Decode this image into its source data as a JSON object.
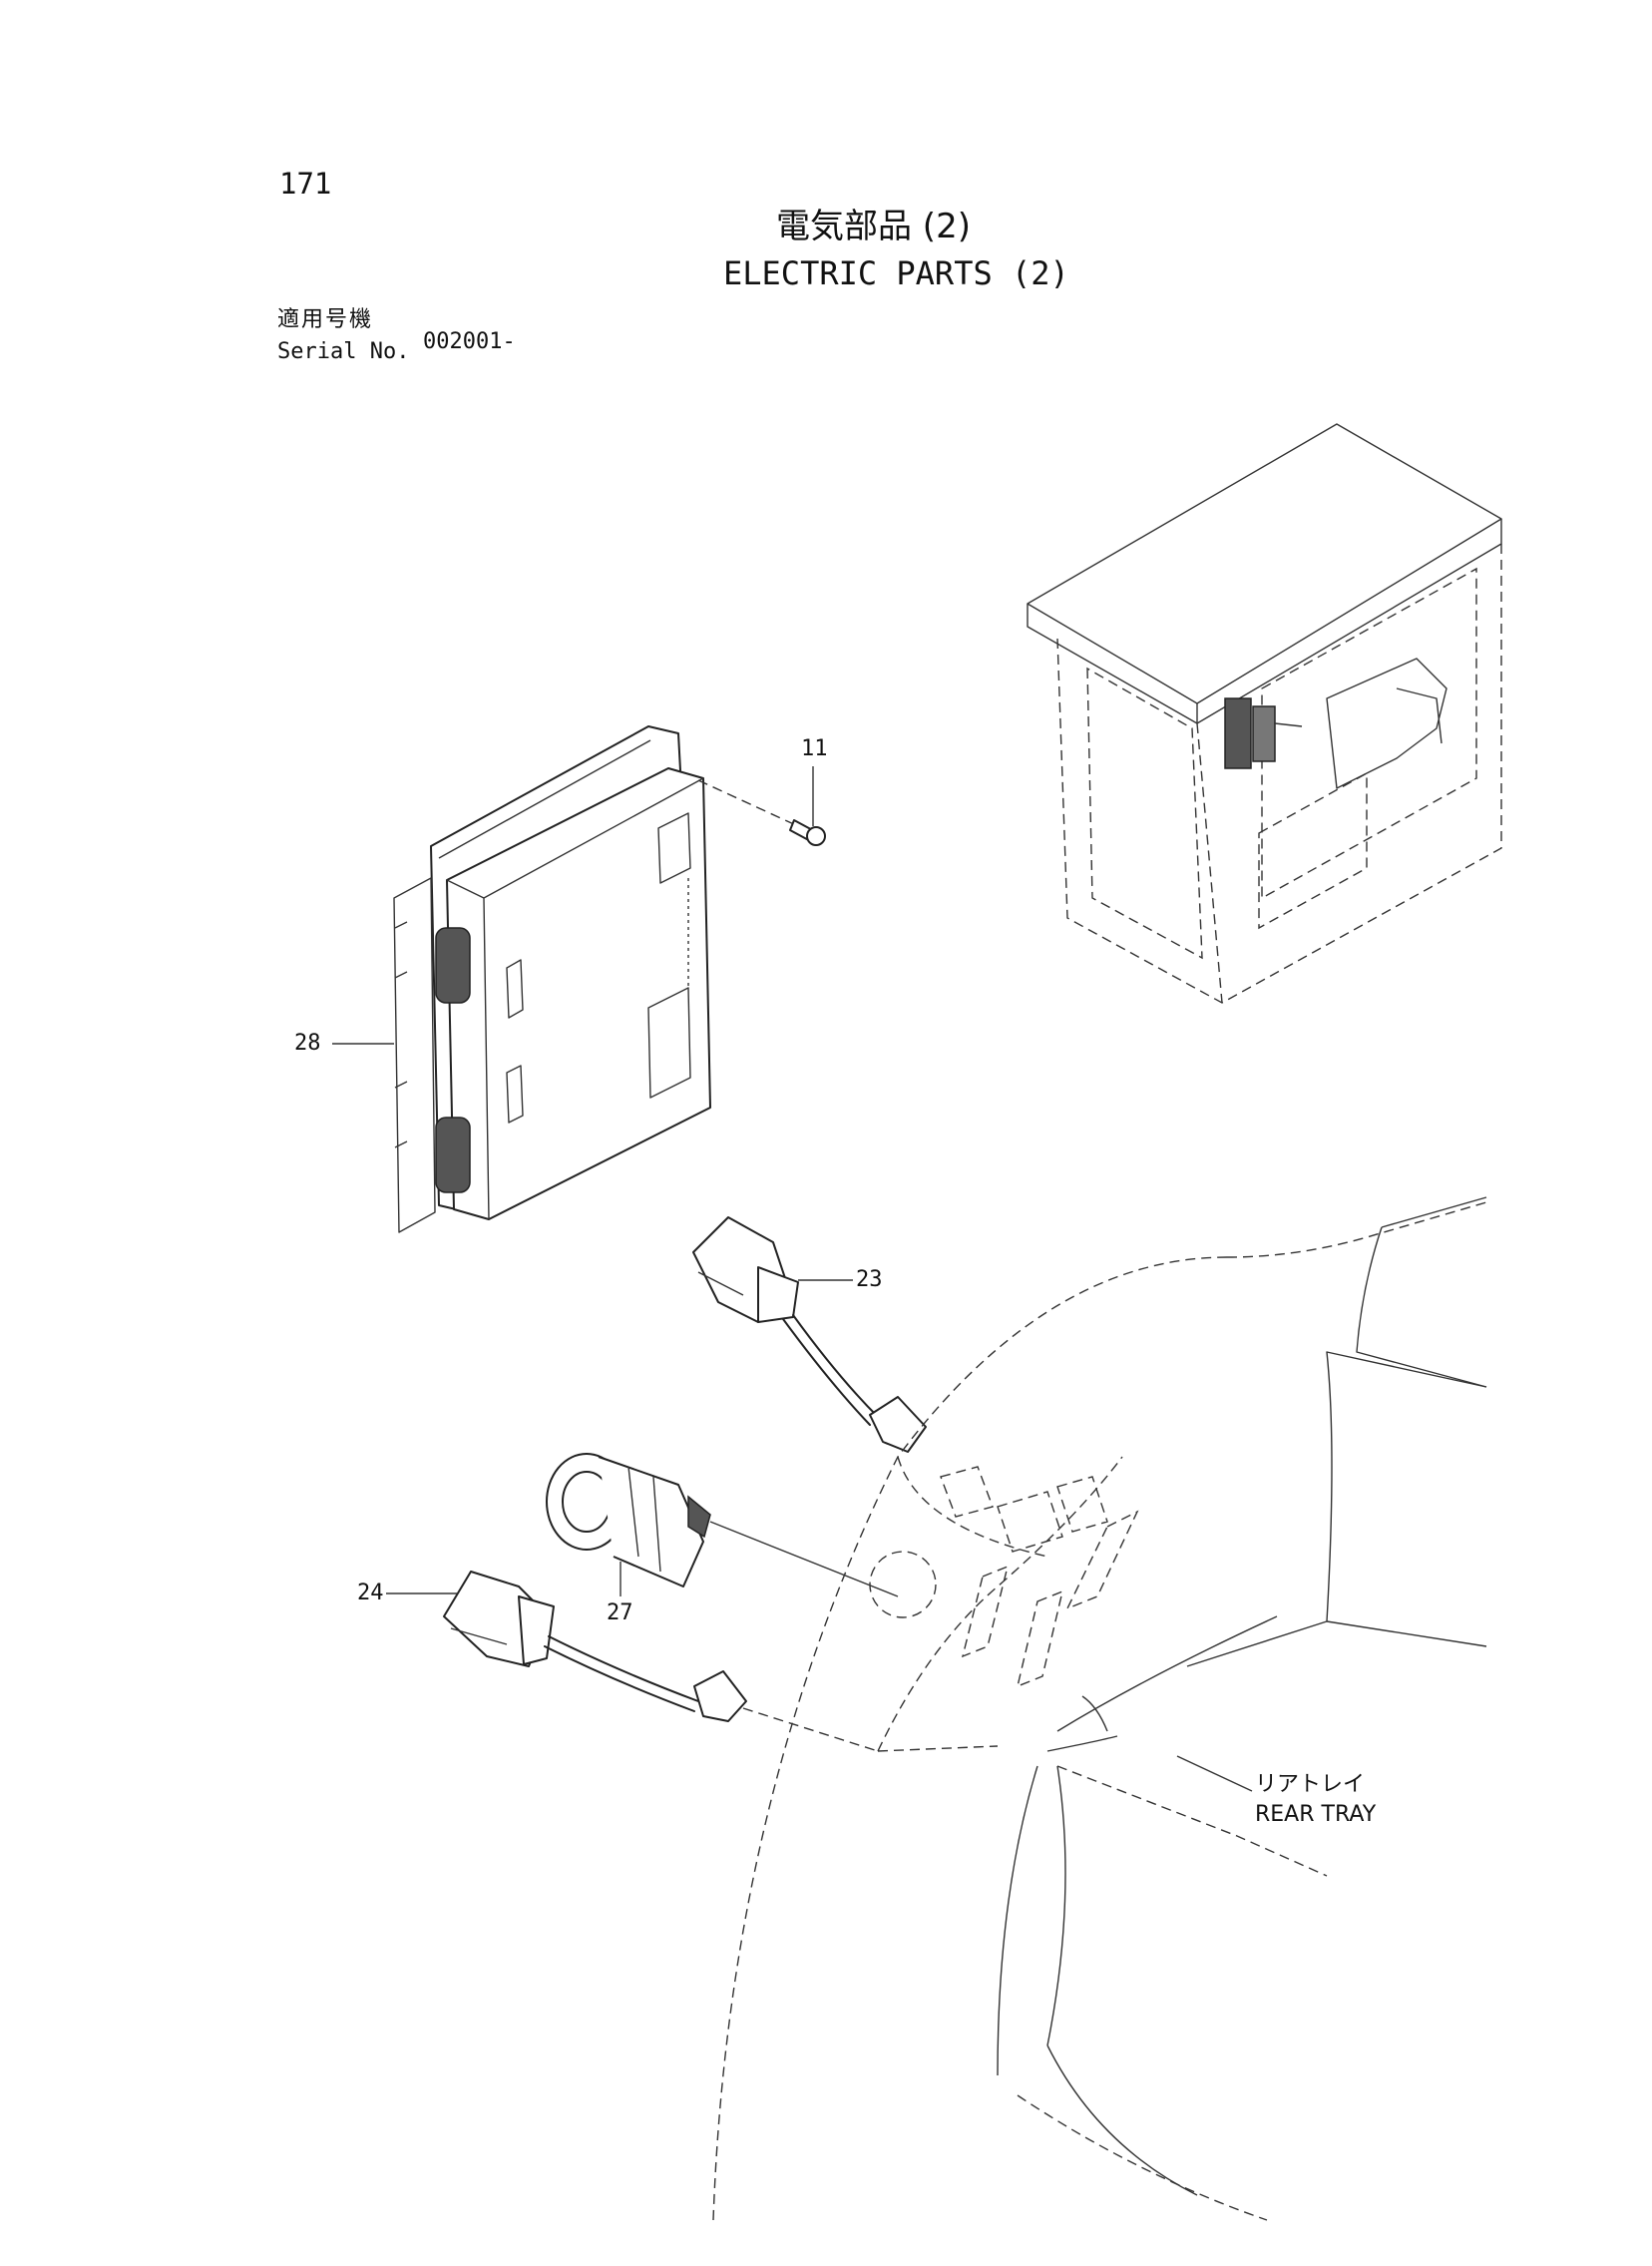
{
  "page": {
    "page_number": "171",
    "title_jp": "電気部品 (2)",
    "title_en": "ELECTRIC PARTS (2)",
    "serial_label_jp": "適用号機",
    "serial_label_en": "Serial No.",
    "serial_value": "002001-"
  },
  "callouts": [
    "11",
    "28",
    "23",
    "27",
    "24"
  ],
  "rear_tray": {
    "label_jp": "リアトレイ",
    "label_en": "REAR TRAY"
  }
}
